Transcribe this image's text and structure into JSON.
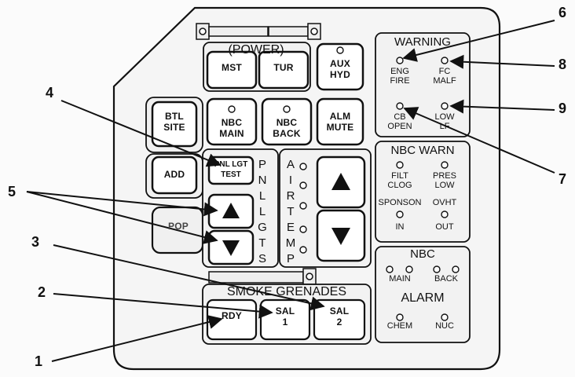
{
  "power": {
    "header": "(POWER)",
    "mst": "MST",
    "tur": "TUR",
    "aux_1": "AUX",
    "aux_2": "HYD"
  },
  "row2": {
    "btl_1": "BTL",
    "btl_2": "SITE",
    "nbc_main_1": "NBC",
    "nbc_main_2": "MAIN",
    "nbc_back_1": "NBC",
    "nbc_back_2": "BACK",
    "alm_1": "ALM",
    "alm_2": "MUTE"
  },
  "add": "ADD",
  "pnl_test_1": "PNL LGT",
  "pnl_test_2": "TEST",
  "pop_partial": "POP",
  "pnl_lgts_vertical": "PNL LGTS",
  "air_temp_vertical": "AIRTEMP",
  "smoke_header": "SMOKE GRENADES",
  "smoke": {
    "rdy": "RDY",
    "sal1_1": "SAL",
    "sal1_2": "1",
    "sal2_1": "SAL",
    "sal2_2": "2"
  },
  "warning": {
    "header": "WARNING",
    "eng_1": "ENG",
    "eng_2": "FIRE",
    "fc_1": "FC",
    "fc_2": "MALF",
    "cb_1": "CB",
    "cb_2": "OPEN",
    "low_1": "LOW",
    "low_2": "LF"
  },
  "nbc_warn": {
    "header": "NBC WARN",
    "filt_1": "FILT",
    "filt_2": "CLOG",
    "pres_1": "PRES",
    "pres_2": "LOW",
    "sponson": "SPONSON",
    "ovht": "OVHT",
    "in": "IN",
    "out": "OUT"
  },
  "nbc_alarm": {
    "header_1": "NBC",
    "main": "MAIN",
    "back": "BACK",
    "header_2": "ALARM",
    "chem": "CHEM",
    "nuc": "NUC"
  },
  "callouts": {
    "c1": "1",
    "c2": "2",
    "c3": "3",
    "c4": "4",
    "c5": "5",
    "c6": "6",
    "c7": "7",
    "c8": "8",
    "c9": "9"
  }
}
